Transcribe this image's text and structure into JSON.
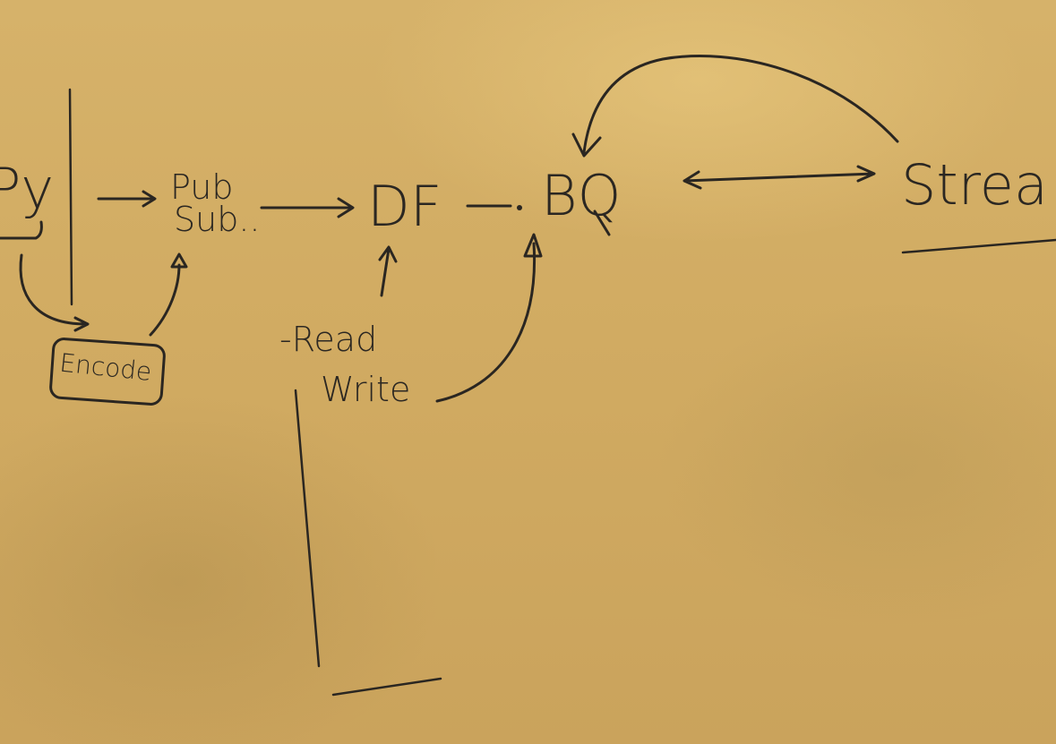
{
  "whiteboard": {
    "labels": {
      "py": "Py",
      "pubsub_line1": "Pub",
      "pubsub_line2": "Sub..",
      "df": "DF",
      "bq": "BQ",
      "stream": "Strea",
      "encode": "Encode",
      "read": "-Read",
      "write": "Write"
    },
    "ink_color": "#2a2621",
    "board_color": "#d2ad63"
  }
}
